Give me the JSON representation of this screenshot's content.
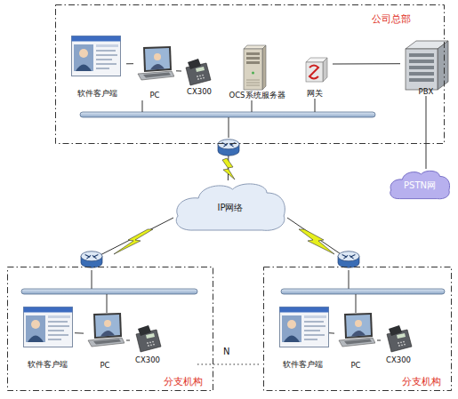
{
  "diagram": {
    "nodes": [
      {
        "text": [
          "公司总部"
        ]
      },
      {
        "text": [
          "软件客户端"
        ],
        "in": 0
      },
      {
        "text": [
          "PC"
        ],
        "in": 0
      },
      {
        "text": [
          "CX300"
        ],
        "in": 0
      },
      {
        "text": [
          "OCS系统服务器"
        ],
        "in": 0
      },
      {
        "text": [
          "网关"
        ],
        "in": 0
      },
      {
        "text": [
          "PBX"
        ]
      },
      {
        "text": [
          "PSTN网"
        ]
      },
      {
        "text": [
          "IP网络"
        ]
      },
      {
        "text": [
          "分支机构"
        ]
      },
      {
        "text": [
          "软件客户端"
        ],
        "in": 9
      },
      {
        "text": [
          "PC"
        ],
        "in": 9
      },
      {
        "text": [
          "CX300"
        ],
        "in": 9
      },
      {
        "text": [
          "分支机构"
        ]
      },
      {
        "text": [
          "软件客户端"
        ],
        "in": 13
      },
      {
        "text": [
          "PC"
        ],
        "in": 13
      },
      {
        "text": [
          "CX300"
        ],
        "in": 13
      }
    ],
    "edges": [
      {
        "from": 1,
        "to": 2,
        "arrow": "none"
      },
      {
        "from": 2,
        "to": 3,
        "arrow": "none"
      },
      {
        "from": 5,
        "to": 6,
        "arrow": "none"
      },
      {
        "from": 6,
        "to": 7,
        "arrow": "none"
      },
      {
        "from": 0,
        "to": 8,
        "arrow": "none"
      },
      {
        "from": 8,
        "to": 9,
        "arrow": "none"
      },
      {
        "from": 8,
        "to": 13,
        "arrow": "none"
      },
      {
        "from": 10,
        "to": 11,
        "arrow": "none"
      },
      {
        "from": 11,
        "to": 12,
        "arrow": "none"
      },
      {
        "from": 14,
        "to": 15,
        "arrow": "none"
      },
      {
        "from": 15,
        "to": 16,
        "arrow": "none"
      }
    ],
    "labels": [
      "N"
    ]
  }
}
